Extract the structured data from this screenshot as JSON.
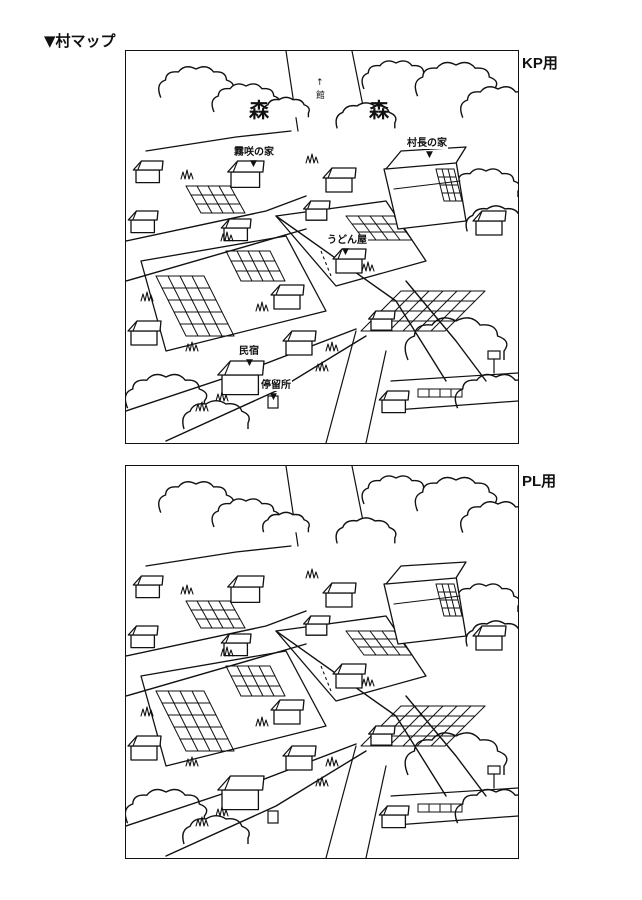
{
  "page_title": "▼村マップ",
  "panels": [
    {
      "label": "KP用",
      "labels": {
        "forest_left": "森",
        "forest_right": "森",
        "mansion_arrow": "↑",
        "mansion": "館",
        "kirisaki_house": "霧咲の家",
        "kirisaki_marker": "▼",
        "sonchou_house": "村長の家",
        "sonchou_marker": "▼",
        "udon_shop": "うどん屋",
        "udon_marker": "▼",
        "minshuku": "民宿",
        "minshuku_marker": "▼",
        "bus_stop": "停留所",
        "bus_stop_marker": "▼"
      }
    },
    {
      "label": "PL用"
    }
  ]
}
